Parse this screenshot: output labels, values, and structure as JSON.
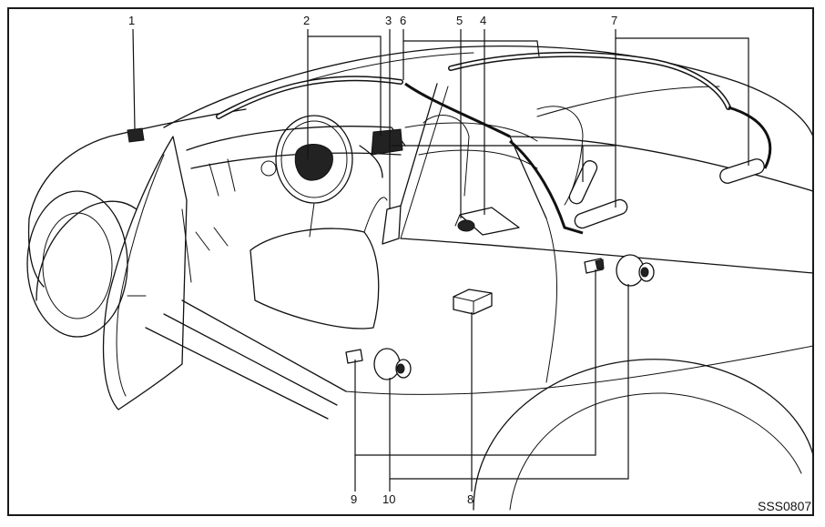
{
  "figure": {
    "code": "SSS0807",
    "callouts": [
      "1",
      "2",
      "3",
      "6",
      "5",
      "4",
      "7",
      "9",
      "10",
      "8"
    ]
  }
}
